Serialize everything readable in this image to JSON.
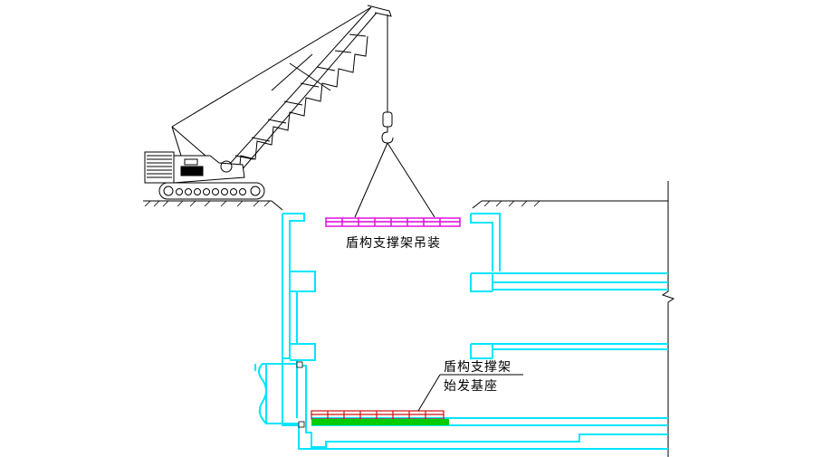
{
  "labels": {
    "hoisting": "盾构支撑架吊装",
    "frame_line1": "盾构支撑架",
    "frame_line2": "始发基座"
  },
  "colors": {
    "structure": "#00e5ff",
    "lifted_frame": "#e000e0",
    "installed_frame": "#cc1111",
    "base": "#00cc00",
    "linework": "#000000"
  },
  "icons": [
    "crawler-crane-icon",
    "crane-hook-icon",
    "soil-hatch-icon",
    "break-line-icon"
  ]
}
